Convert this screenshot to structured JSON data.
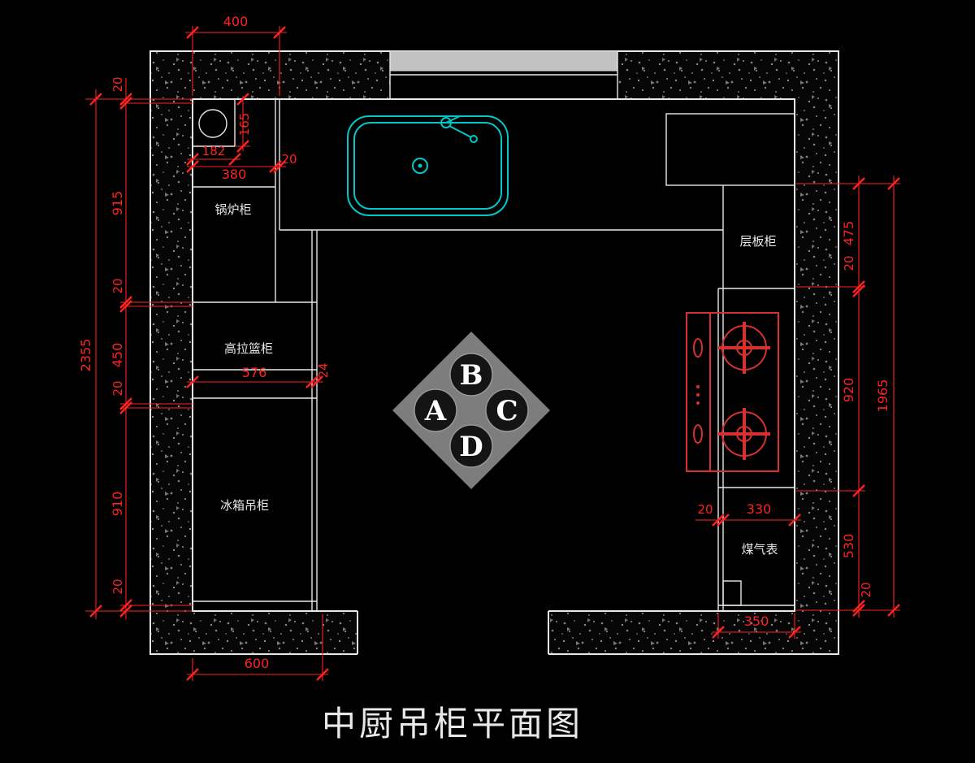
{
  "title": "中厨吊柜平面图",
  "labels": {
    "boiler_cabinet": "锅炉柜",
    "tall_basket_cabinet": "高拉篮柜",
    "fridge_wall_cabinet": "冰箱吊柜",
    "shelf_cabinet": "层板柜",
    "gas_meter": "煤气表"
  },
  "logo": {
    "a": "A",
    "b": "B",
    "c": "C",
    "d": "D"
  },
  "dimensions": {
    "top_width": "400",
    "left_chain": [
      "20",
      "915",
      "20",
      "450",
      "20",
      "910",
      "20"
    ],
    "left_total": "2355",
    "box_width": "182",
    "box_height": "165",
    "boiler_width": "380",
    "boiler_edge": "20",
    "counter_depth": "576",
    "counter_edge": "24",
    "bottom_left": "600",
    "right_chain": [
      "475",
      "20",
      "920",
      "530",
      "20"
    ],
    "right_total": "1965",
    "meter_edge": "20",
    "meter_width": "330",
    "bottom_right": "350"
  },
  "colors": {
    "dim": "#ff2222",
    "line": "#e8e8e8",
    "sink": "#00c8c8",
    "stove": "#d83030",
    "logo": "#7d7d7d",
    "text": "#e8e8e8",
    "background": "#000000"
  }
}
